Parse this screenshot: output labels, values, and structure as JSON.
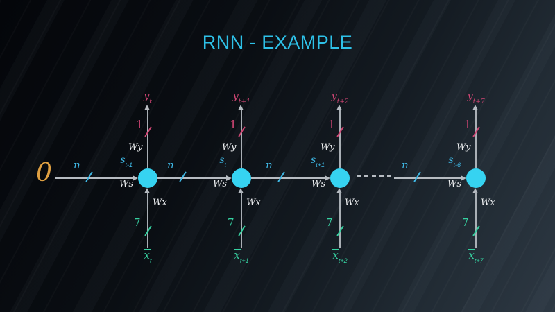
{
  "title": "RNN - EXAMPLE",
  "colors": {
    "title-cyan": "#2ec1e8",
    "node-cyan": "#36d3f1",
    "pink": "#d14674",
    "teal": "#36d1a1",
    "cyan": "#3fb9e6",
    "orange": "#dfa042",
    "white": "#eceef0",
    "line": "#b7bcc2",
    "vline": "#a9afb5"
  },
  "diagram": {
    "initial_state": "0",
    "units": [
      {
        "y_base": "y",
        "y_sub": "t",
        "out_dim": "1",
        "wy": "Wy",
        "s_base": "s",
        "s_sub": "t-1",
        "ws": "Ws",
        "n": "n",
        "wx": "Wx",
        "in_dim": "7",
        "x_base": "x",
        "x_sub": "t"
      },
      {
        "y_base": "y",
        "y_sub": "t+1",
        "out_dim": "1",
        "wy": "Wy",
        "s_base": "s",
        "s_sub": "t",
        "ws": "Ws",
        "n": "n",
        "wx": "Wx",
        "in_dim": "7",
        "x_base": "x",
        "x_sub": "t+1"
      },
      {
        "y_base": "y",
        "y_sub": "t+2",
        "out_dim": "1",
        "wy": "Wy",
        "s_base": "s",
        "s_sub": "t+1",
        "ws": "Ws",
        "n": "n",
        "wx": "Wx",
        "in_dim": "7",
        "x_base": "x",
        "x_sub": "t+2"
      },
      {
        "y_base": "y",
        "y_sub": "t+7",
        "out_dim": "1",
        "wy": "Wy",
        "s_base": "s",
        "s_sub": "t-6",
        "ws": "Ws",
        "n": "n",
        "wx": "Wx",
        "in_dim": "7",
        "x_base": "x",
        "x_sub": "t+7"
      }
    ]
  }
}
